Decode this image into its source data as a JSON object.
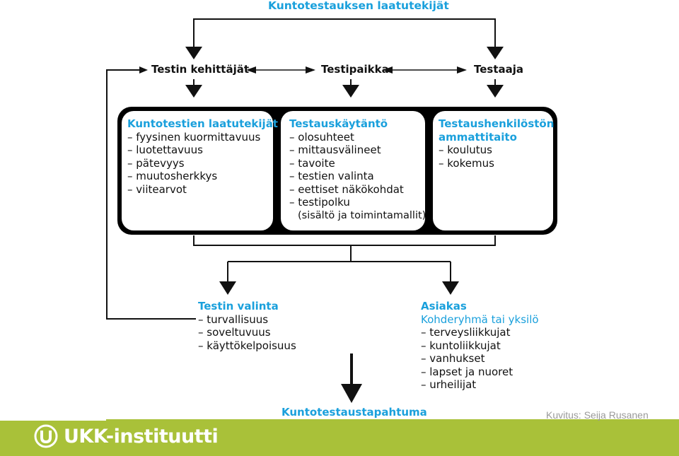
{
  "top_title": "Kuntotestauksen laatutekijät",
  "nodes": {
    "developers": "Testin kehittäjät",
    "location": "Testipaikka",
    "tester": "Testaaja"
  },
  "boxes": [
    {
      "title": "Kuntotestien laatutekijät",
      "items": [
        "– fyysinen kuormittavuus",
        "– luotettavuus",
        "– pätevyys",
        "– muutosherkkys",
        "– viitearvot"
      ]
    },
    {
      "title": "Testauskäytäntö",
      "items": [
        "– olosuhteet",
        "– mittausvälineet",
        "– tavoite",
        "– testien valinta",
        "– eettiset näkökohdat",
        "– testipolku",
        "(sisältö ja toimintamallit)"
      ]
    },
    {
      "title": "Testaushenkilöstön ammattitaito",
      "items": [
        "– koulutus",
        "– kokemus"
      ]
    }
  ],
  "test_selection": {
    "title": "Testin valinta",
    "items": [
      "– turvallisuus",
      "– soveltuvuus",
      "– käyttökelpoisuus"
    ]
  },
  "client": {
    "title": "Asiakas",
    "subtitle": "Kohderyhmä tai yksilö",
    "items": [
      "– terveysliikkujat",
      "– kuntoliikkujat",
      "– vanhukset",
      "– lapset ja nuoret",
      "– urheilijat"
    ]
  },
  "bottom_title": "Kuntotestaustapahtuma",
  "credit": "Kuvitus: Seija Rusanen",
  "logo": {
    "text": "UKK-instituutti",
    "letter": "U"
  },
  "colors": {
    "accent": "#1aa0dc",
    "footer": "#a9c139",
    "line": "#111111"
  }
}
